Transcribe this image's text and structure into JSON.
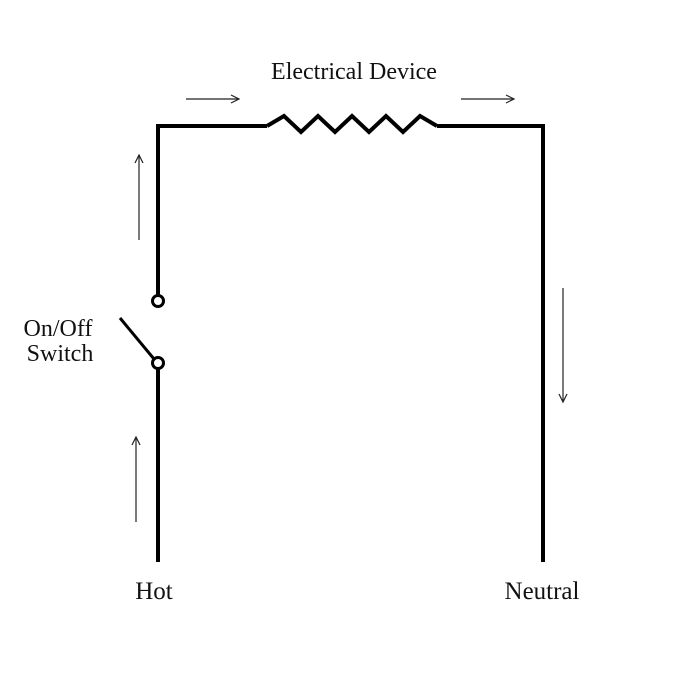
{
  "diagram": {
    "type": "circuit",
    "labels": {
      "device": "Electrical Device",
      "switch_line1": "On/Off",
      "switch_line2": "Switch",
      "hot": "Hot",
      "neutral": "Neutral"
    },
    "components": [
      {
        "id": "resistor",
        "kind": "resistor",
        "label": "Electrical Device"
      },
      {
        "id": "switch",
        "kind": "spst-switch",
        "label": "On/Off Switch",
        "state": "open"
      }
    ],
    "terminals": [
      "Hot",
      "Neutral"
    ],
    "current_flow": [
      "Hot",
      "On/Off Switch",
      "Electrical Device",
      "Neutral"
    ],
    "colors": {
      "wire": "#000000",
      "arrow": "#222222",
      "background": "#ffffff"
    }
  }
}
